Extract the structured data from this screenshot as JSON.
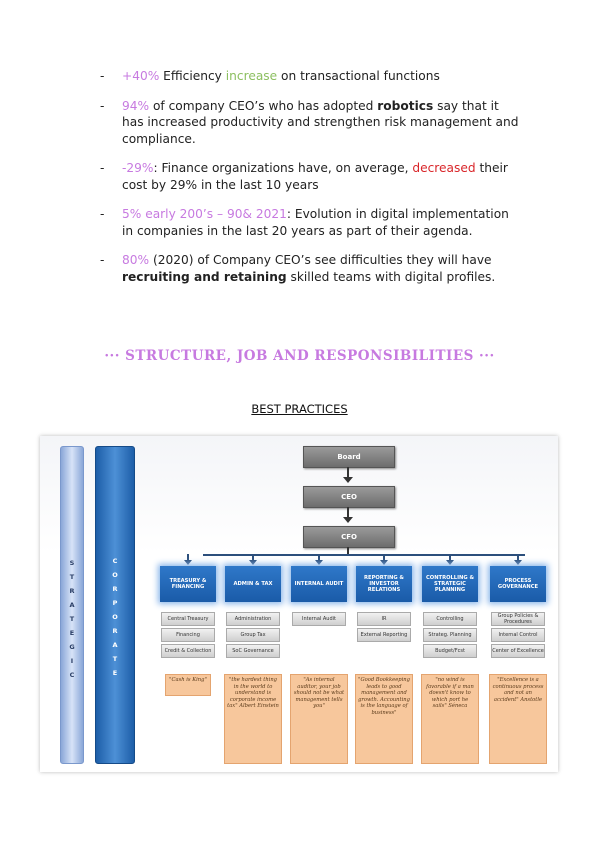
{
  "bullets": [
    {
      "dash": "-",
      "p1": "+40%",
      "p2": " Efficiency ",
      "p3": "increase",
      "p4": " on transactional functions"
    },
    {
      "dash": "-",
      "p1": "94%",
      "p2": " of company CEO’s who has adopted ",
      "p3": "robotics",
      "p4": " say that it has increased productivity and strengthen risk management and compliance."
    },
    {
      "dash": "-",
      "p1": "-29%",
      "p2": ": Finance organizations have, on average, ",
      "p3": "decreased",
      "p4": " their cost by 29% in the last 10 years"
    },
    {
      "dash": "-",
      "p1": "5% early 200’s – 90& 2021",
      "p2": ": Evolution in digital implementation in companies in the last 20 years as part of their agenda."
    },
    {
      "dash": "-",
      "p1": "80%",
      "p2": " (2020) of Company CEO’s see difficulties they will have ",
      "p3": "recruiting and retaining",
      "p4": " skilled teams with digital profiles."
    }
  ],
  "section_title": "··· STRUCTURE, JOB AND RESPONSIBILITIES ···",
  "best_practices": "BEST PRACTICES",
  "diagram": {
    "pillars": {
      "strategic": "STRATEGIC",
      "corporate": "CORPORATE"
    },
    "top": {
      "board": "Board",
      "ceo": "CEO",
      "cfo": "CFO"
    },
    "departments": [
      {
        "name": "TREASURY & FINANCING",
        "subs": [
          "Central Treasury",
          "Financing",
          "Credit & Collection"
        ],
        "quote": "\"Cash is King\""
      },
      {
        "name": "ADMIN & TAX",
        "subs": [
          "Administration",
          "Group Tax",
          "SoC Governance"
        ],
        "quote": "\"the hardest thing in the world to understand is corporate income tax\" Albert Einstein"
      },
      {
        "name": "INTERNAL AUDIT",
        "subs": [
          "Internal Audit"
        ],
        "quote": "\"As internal auditor, your job should not be what management tells you\""
      },
      {
        "name": "REPORTING & INVESTOR RELATIONS",
        "subs": [
          "IR",
          "External Reporting"
        ],
        "quote": "\"Good Bookkeeping leads to good management and growth. Accounting is the language of business\""
      },
      {
        "name": "CONTROLLING & STRATEGIC PLANNING",
        "subs": [
          "Controlling",
          "Strateg. Planning",
          "Budget/Fcst"
        ],
        "quote": "\"no wind is favorable if a man doesn't know to which port he sails\" Séneca"
      },
      {
        "name": "PROCESS GOVERNANCE",
        "subs": [
          "Group Policies & Procedures",
          "Internal Control",
          "Center of Excellence"
        ],
        "quote": "\"Excellence is a continuous process and not an accident\" Anstotle"
      }
    ]
  }
}
